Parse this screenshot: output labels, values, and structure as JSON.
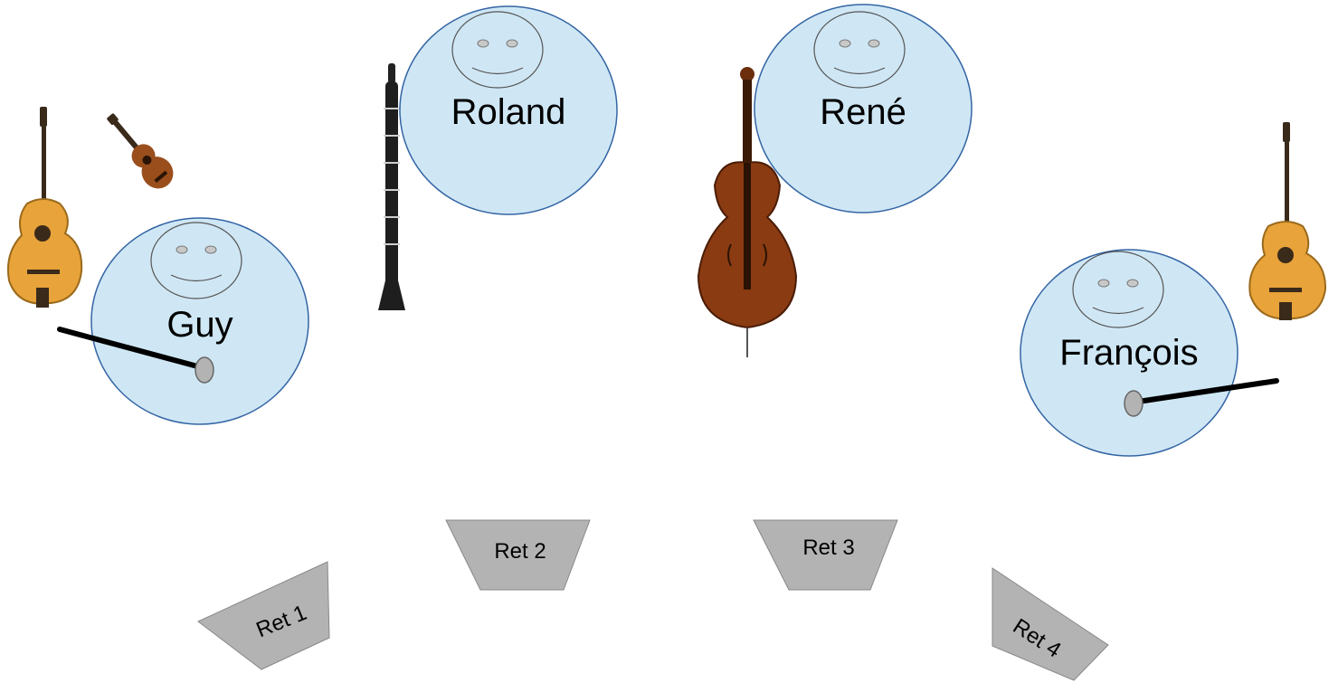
{
  "musicians": [
    {
      "name": "Roland",
      "instrument": "clarinet"
    },
    {
      "name": "René",
      "instrument": "double-bass"
    },
    {
      "name": "Guy",
      "instrument": "guitar"
    },
    {
      "name": "François",
      "instrument": "guitar"
    }
  ],
  "monitors": [
    {
      "label": "Ret 1"
    },
    {
      "label": "Ret 2"
    },
    {
      "label": "Ret 3"
    },
    {
      "label": "Ret 4"
    }
  ],
  "colors": {
    "head_fill": "#cfe7f5",
    "head_stroke": "#3465a4",
    "wedge_fill": "#b3b3b3",
    "mic_fill": "#b3b3b3",
    "guitar_top": "#e8a33a",
    "wood_dark": "#5a2d0c",
    "bass_body": "#8a3b12"
  }
}
